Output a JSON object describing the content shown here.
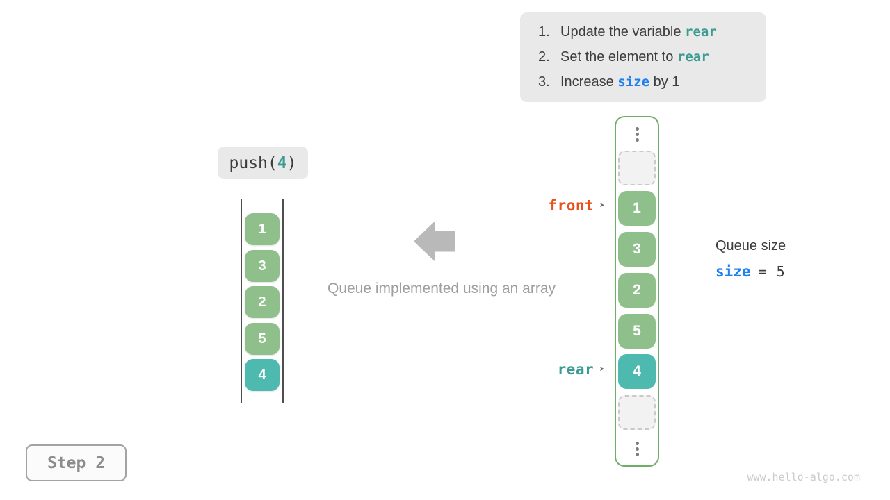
{
  "colors": {
    "cell_green": "#8fc08c",
    "cell_teal": "#4db9af",
    "array_border_green": "#6fae66",
    "front_orange": "#e8511d",
    "rear_teal": "#3d9c92",
    "size_blue": "#1e80f0",
    "panel_gray": "#e9e9e9",
    "caption_gray": "#9e9e9e"
  },
  "instructions": {
    "items": [
      {
        "num": "1.",
        "pre": "Update the variable ",
        "code": "rear",
        "post": ""
      },
      {
        "num": "2.",
        "pre": "Set the element to ",
        "code": "rear",
        "post": ""
      },
      {
        "num": "3.",
        "pre": "Increase ",
        "code": "size",
        "post": " by 1"
      }
    ]
  },
  "push_label": {
    "func": "push(",
    "arg": "4",
    "close": ")"
  },
  "stack": {
    "values": [
      "1",
      "3",
      "2",
      "5",
      "4"
    ]
  },
  "caption": "Queue implemented using an array",
  "array": {
    "values": [
      "1",
      "3",
      "2",
      "5",
      "4"
    ]
  },
  "pointers": {
    "front": "front",
    "rear": "rear",
    "arrow": "➤"
  },
  "queue_size": {
    "title": "Queue size",
    "var": "size",
    "eq": "=",
    "value": "5"
  },
  "step": {
    "label": "Step 2"
  },
  "watermark": "www.hello-algo.com"
}
